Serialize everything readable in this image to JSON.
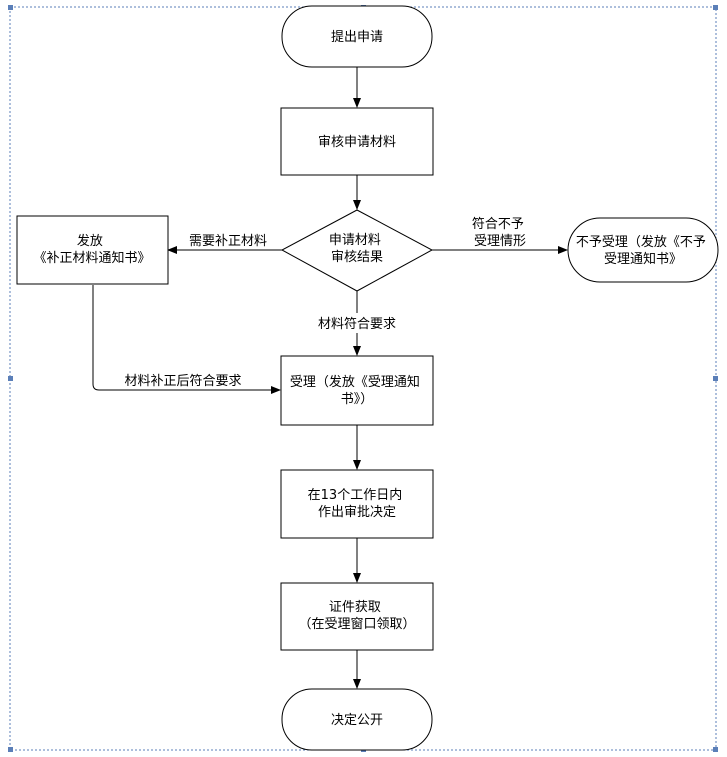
{
  "colors": {
    "stroke": "#000000",
    "fill": "#ffffff",
    "selection_frame": "#5b7fb8",
    "handle": "#5b7fb8"
  },
  "nodes": {
    "start": {
      "lines": [
        "提出申请"
      ]
    },
    "review": {
      "lines": [
        "审核申请材料"
      ]
    },
    "decision": {
      "lines": [
        "申请材料",
        "审核结果"
      ]
    },
    "issue_notice": {
      "lines": [
        "发放",
        "《补正材料通知书》"
      ]
    },
    "reject": {
      "lines": [
        "不予受理（发放《不予",
        "受理通知书》"
      ]
    },
    "accept": {
      "lines": [
        "受理（发放《受理通知",
        "书》）"
      ]
    },
    "decide": {
      "lines": [
        "在13个工作日内",
        "作出审批决定"
      ]
    },
    "collect": {
      "lines": [
        "证件获取",
        "（在受理窗口领取）"
      ]
    },
    "publish": {
      "lines": [
        "决定公开"
      ]
    }
  },
  "edges": {
    "needs_correction": {
      "lines": [
        "需要补正材料"
      ]
    },
    "not_accepted": {
      "lines": [
        "符合不予",
        "受理情形"
      ]
    },
    "meets_requirements": {
      "lines": [
        "材料符合要求"
      ]
    },
    "corrected_meets": {
      "lines": [
        "材料补正后符合要求"
      ]
    }
  }
}
